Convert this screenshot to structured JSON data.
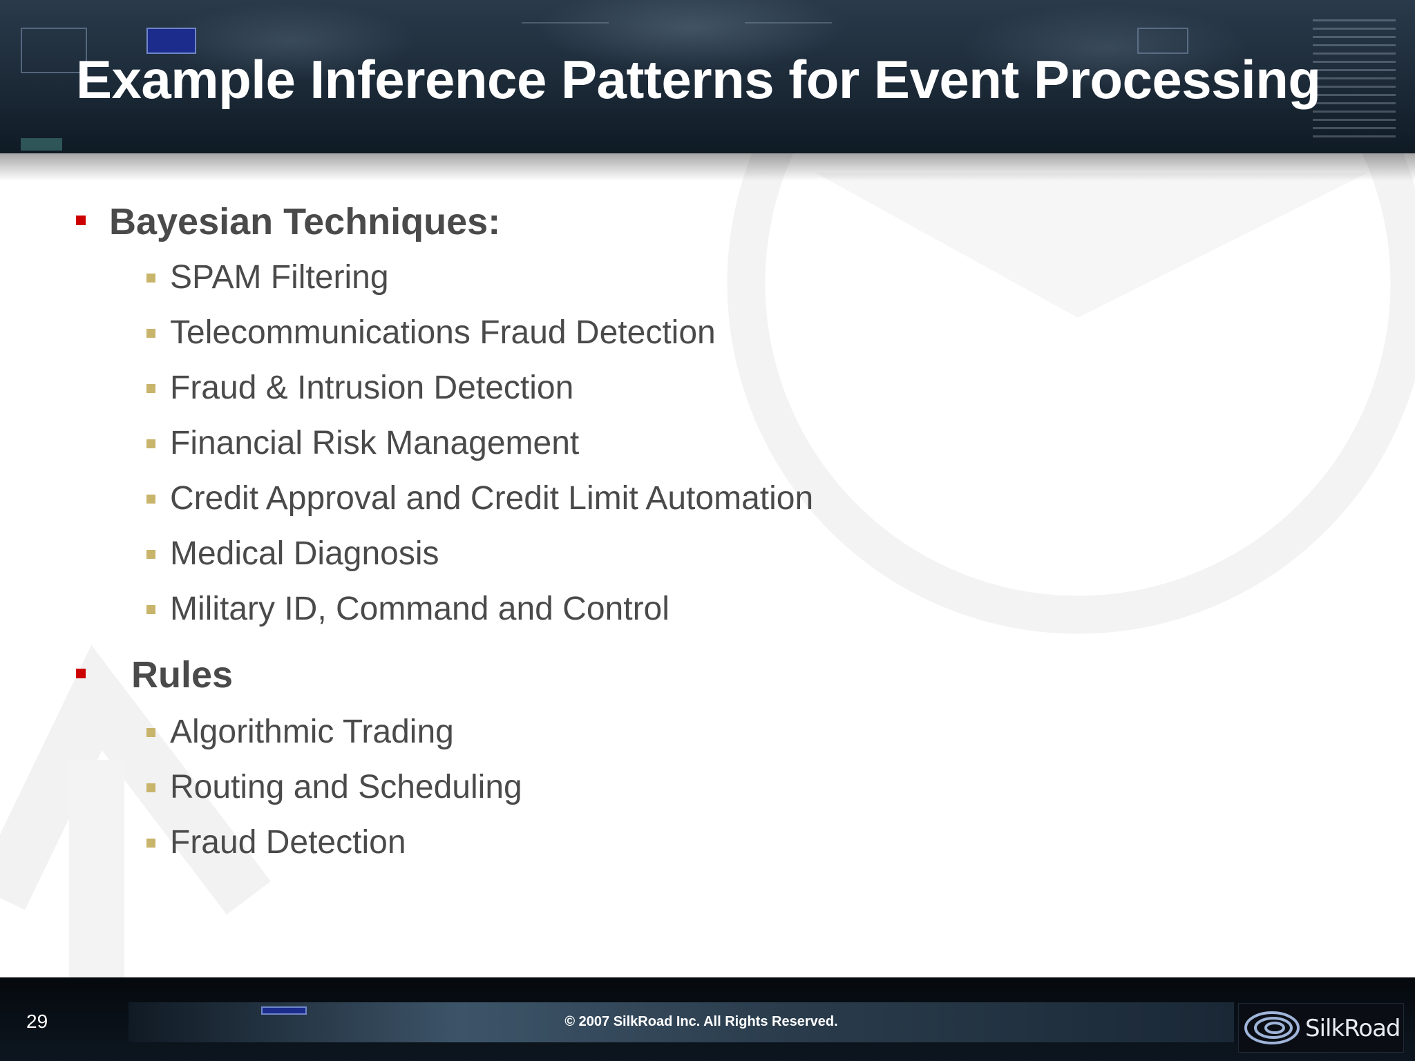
{
  "slide": {
    "title": "Example Inference Patterns for Event Processing",
    "sections": [
      {
        "heading": "Bayesian Techniques:",
        "items": [
          "SPAM Filtering",
          "Telecommunications Fraud Detection",
          "Fraud & Intrusion Detection",
          "Financial Risk Management",
          "Credit Approval and Credit Limit Automation",
          "Medical Diagnosis",
          "Military ID, Command and Control"
        ]
      },
      {
        "heading": "Rules",
        "items": [
          "Algorithmic Trading",
          "Routing and Scheduling",
          "Fraud Detection"
        ]
      }
    ]
  },
  "footer": {
    "page_number": "29",
    "copyright": "© 2007 SilkRoad Inc. All Rights Reserved.",
    "logo_text": "SilkRoad"
  },
  "colors": {
    "level1_bullet": "#cc0000",
    "level2_bullet": "#c8b46a",
    "body_text": "#4a4a4a"
  }
}
